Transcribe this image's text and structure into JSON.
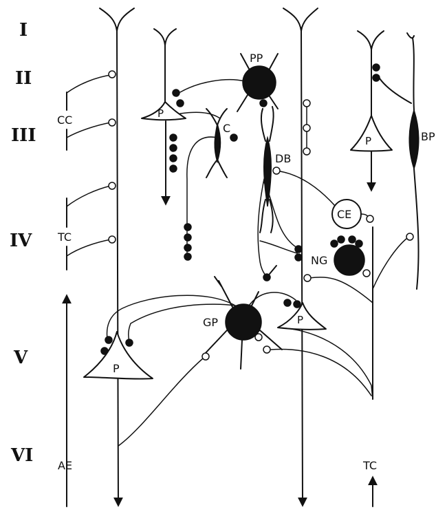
{
  "layers": [
    "I",
    "II",
    "III",
    "IV",
    "V",
    "VI"
  ],
  "cell_labels": {
    "pp": "PP",
    "p_left": "P",
    "c": "C",
    "db": "DB",
    "ce": "CE",
    "ng": "NG",
    "p_right": "P",
    "bp": "BP",
    "gp": "GP",
    "p_mid": "P",
    "p_bottom": "P"
  },
  "fiber_labels": {
    "cc": "CC",
    "tc_left": "TC",
    "ae": "AE",
    "tc_bottom": "TC"
  }
}
